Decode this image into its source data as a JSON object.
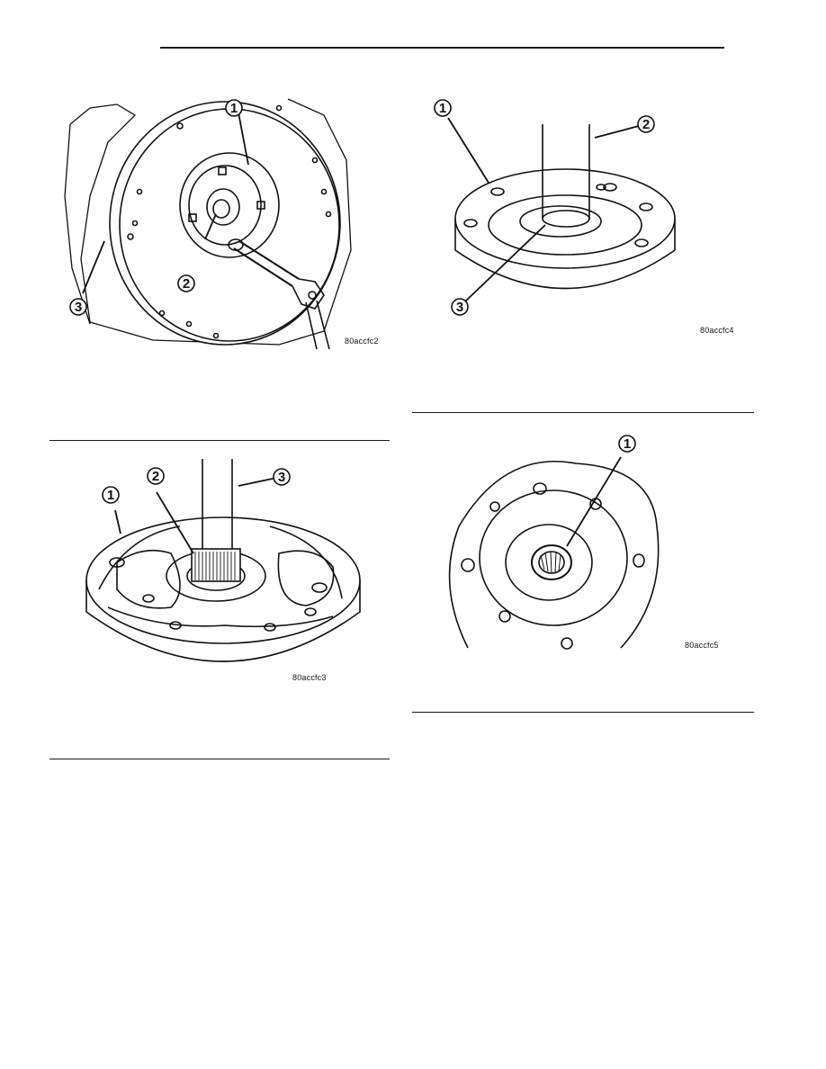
{
  "figures": [
    {
      "id": "fig1",
      "code": "80accfc2",
      "callouts": [
        "1",
        "2",
        "3"
      ]
    },
    {
      "id": "fig2",
      "code": "80accfc4",
      "callouts": [
        "1",
        "2",
        "3"
      ]
    },
    {
      "id": "fig3",
      "code": "80accfc3",
      "callouts": [
        "1",
        "2",
        "3"
      ]
    },
    {
      "id": "fig4",
      "code": "80accfc5",
      "callouts": [
        "1"
      ]
    }
  ],
  "colors": {
    "ink": "#111111",
    "paper": "#ffffff"
  }
}
